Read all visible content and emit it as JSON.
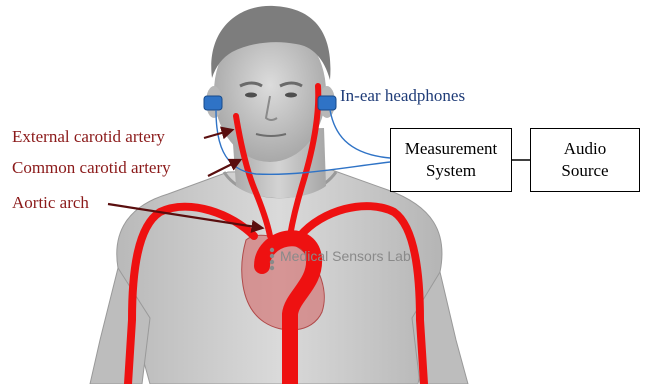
{
  "labels": {
    "external_carotid": "External carotid artery",
    "common_carotid": "Common carotid artery",
    "aortic_arch": "Aortic arch",
    "headphones": "In-ear headphones",
    "shirt_logo": "Medical Sensors Lab"
  },
  "boxes": {
    "measurement": {
      "line1": "Measurement",
      "line2": "System"
    },
    "audio": {
      "line1": "Audio",
      "line2": "Source"
    }
  },
  "colors": {
    "artery": "#ee1111",
    "label_red": "#8b1a1a",
    "label_blue": "#1f3c78",
    "headphone": "#2f73c6",
    "heart": "#d46a6a",
    "skin": "#c9c9c9",
    "shirt": "#d0d0d0"
  }
}
